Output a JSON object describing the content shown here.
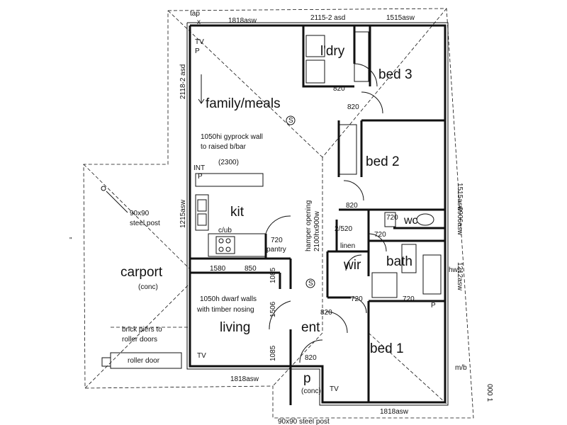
{
  "rooms": {
    "family_meals": "family/meals",
    "bed3": "bed 3",
    "bed2": "bed 2",
    "bed1": "bed 1",
    "laundry": "l'dry",
    "kit": "kit",
    "carport": "carport",
    "carport_sub": "(conc)",
    "living": "living",
    "ent": "ent",
    "wir": "wir",
    "bath": "bath",
    "wc": "wc",
    "pantry": "pantry",
    "linen": "linen",
    "porch": "p",
    "porch_sub": "(conc)"
  },
  "dimensions": {
    "top_left": "1818asw",
    "top_mid": "2115-2 asd",
    "top_right": "1515asw",
    "left_upper": "2118-2 asd",
    "left_kit": "1215asw",
    "right_upper": "1515asw",
    "right_mid": "0906asw",
    "right_lower": "1212asw",
    "bottom_left": "1818asw",
    "bottom_right": "1818asw",
    "d820_ldry": "820",
    "d820_bed3": "820",
    "d820_bed2": "820",
    "d720_wc": "720",
    "d720_bath": "720",
    "d2_520": "2/520",
    "d720_pantry": "720",
    "d1580": "1580",
    "d850": "850",
    "d1085a": "1085",
    "d1506": "1506",
    "d1085b": "1085",
    "d720_wir": "720",
    "d720_bed1": "720",
    "d820_ent": "820",
    "d820_door": "820",
    "d2300": "(2300)"
  },
  "notes": {
    "gyprock": "1050hi gyprock wall",
    "gyprock2": "to raised b/bar",
    "steel_post": "90x90",
    "steel_post2": "steel post",
    "cub": "c/ub",
    "hamper": "hamper opening",
    "hamper2": "2100hx900w",
    "dwarf": "1050h dwarf walls",
    "dwarf2": "with timber nosing",
    "piers": "brick piers to",
    "piers2": "roller doors",
    "roller": "roller door",
    "hws": "hws",
    "mb": "m/b",
    "tap": "tap",
    "int": "INT",
    "bottom_post": "90x90 steel post",
    "margin_right": "000 1",
    "margin_left": "\""
  },
  "symbols": {
    "tv1": "TV",
    "tv2": "TV",
    "tv3": "TV",
    "smoke1": "S",
    "smoke2": "S",
    "power_p1": "P",
    "power_p2": "P",
    "power_p3": "P",
    "x": "x"
  }
}
